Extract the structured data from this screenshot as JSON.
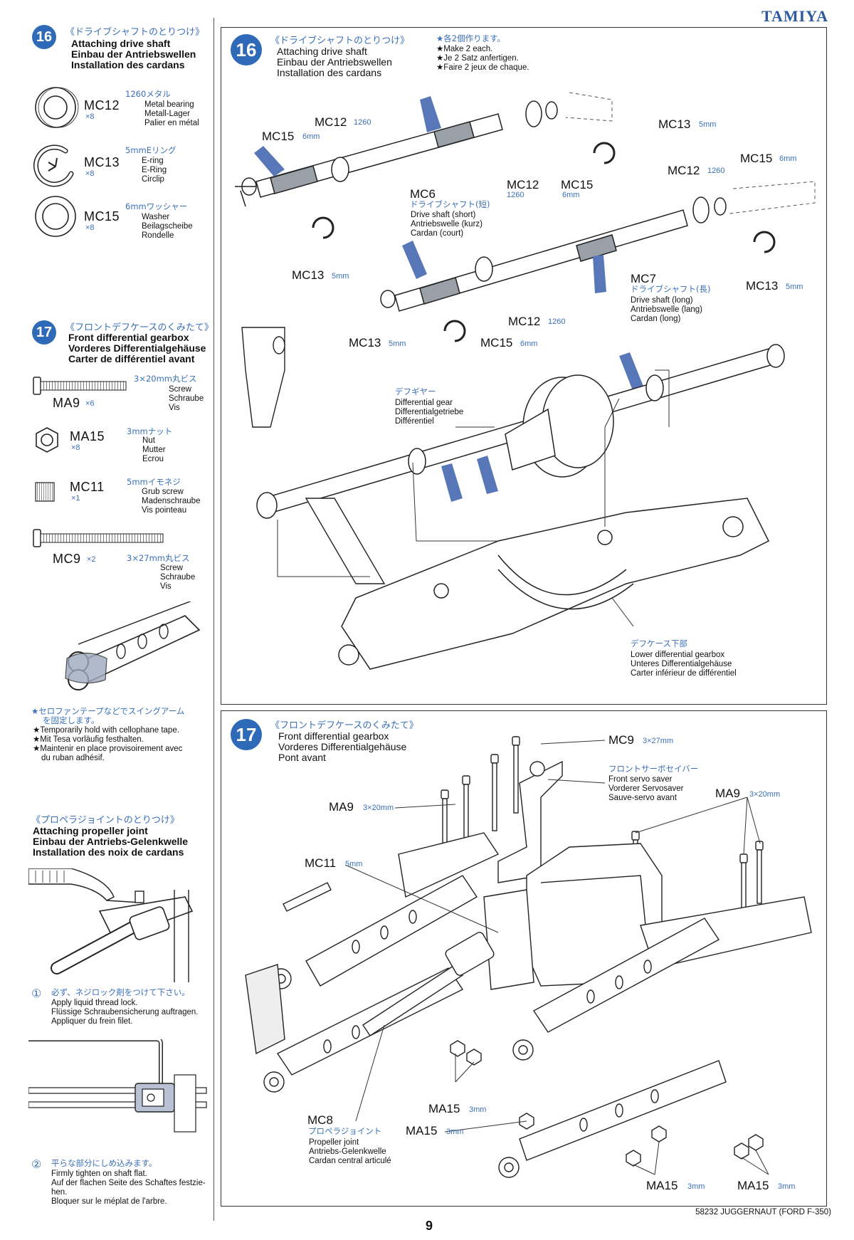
{
  "brand": "TAMIYA",
  "page_number": "9",
  "footer": "58232 JUGGERNAUT (FORD F-350)",
  "side": {
    "step16": {
      "num": "16",
      "jp": "《ドライブシャフトのとりつけ》",
      "en": "Attaching drive shaft",
      "de": "Einbau der Antriebswellen",
      "fr": "Installation des cardans",
      "parts": [
        {
          "code": "MC12",
          "qty": "×8",
          "jp": "1260メタル",
          "l1": "Metal bearing",
          "l2": "Metall-Lager",
          "l3": "Palier en métal"
        },
        {
          "code": "MC13",
          "qty": "×8",
          "jp": "5mmEリング",
          "l1": "E-ring",
          "l2": "E-Ring",
          "l3": "Circlip"
        },
        {
          "code": "MC15",
          "qty": "×8",
          "jp": "6mmワッシャー",
          "l1": "Washer",
          "l2": "Beilagscheibe",
          "l3": "Rondelle"
        }
      ]
    },
    "step17": {
      "num": "17",
      "jp": "《フロントデフケースのくみたて》",
      "en": "Front differential gearbox",
      "de": "Vorderes Differentialgehäuse",
      "fr": "Carter de différentiel avant",
      "parts": [
        {
          "code": "MA9",
          "qty": "×6",
          "jp": "3×20mm丸ビス",
          "l1": "Screw",
          "l2": "Schraube",
          "l3": "Vis"
        },
        {
          "code": "MA15",
          "qty": "×8",
          "jp": "3mmナット",
          "l1": "Nut",
          "l2": "Mutter",
          "l3": "Ecrou"
        },
        {
          "code": "MC11",
          "qty": "×1",
          "jp": "5mmイモネジ",
          "l1": "Grub screw",
          "l2": "Madenschraube",
          "l3": "Vis pointeau"
        },
        {
          "code": "MC9",
          "qty": "×2",
          "jp": "3×27mm丸ビス",
          "l1": "Screw",
          "l2": "Schraube",
          "l3": "Vis"
        }
      ]
    },
    "tape_note": {
      "jp1": "★セロファンテープなどでスイングアーム",
      "jp2": "を固定します。",
      "en": "★Temporarily hold with cellophane tape.",
      "de": "★Mit Tesa vorläufig festhalten.",
      "fr1": "★Maintenir en place provisoirement avec",
      "fr2": "du ruban adhésif."
    },
    "propeller": {
      "jp": "《プロペラジョイントのとりつけ》",
      "en": "Attaching propeller joint",
      "de": "Einbau der Antriebs-Gelenkwelle",
      "fr": "Installation des noix de cardans",
      "s1_num": "①",
      "s1_jp": "必ず、ネジロック剤をつけて下さい。",
      "s1_en": "Apply liquid thread lock.",
      "s1_de": "Flüssige Schraubensicherung auftragen.",
      "s1_fr": "Appliquer du frein filet.",
      "s2_num": "②",
      "s2_jp": "平らな部分にしめ込みます。",
      "s2_en": "Firmly tighten on shaft flat.",
      "s2_de1": "Auf der flachen Seite des Schaftes festzie-",
      "s2_de2": "hen.",
      "s2_fr": "Bloquer sur le méplat de l'arbre."
    }
  },
  "panel16": {
    "num": "16",
    "jp": "《ドライブシャフトのとりつけ》",
    "en": "Attaching drive shaft",
    "de": "Einbau der Antriebswellen",
    "fr": "Installation des cardans",
    "note_jp": "★各2個作ります。",
    "note_en": "★Make 2 each.",
    "note_de": "★Je 2 Satz anfertigen.",
    "note_fr": "★Faire 2 jeux de chaque.",
    "labels": {
      "mc12_a": "MC12",
      "mc12_a_sub": "1260",
      "mc15_a": "MC15",
      "mc15_a_sub": "6mm",
      "mc13_a": "MC13",
      "mc13_a_sub": "5mm",
      "mc12_b": "MC12",
      "mc12_b_sub": "1260",
      "mc15_b": "MC15",
      "mc15_b_sub": "6mm",
      "mc12_c": "MC12",
      "mc12_c_sub": "1260",
      "mc15_c": "MC15",
      "mc15_c_sub": "6mm",
      "mc13_b": "MC13",
      "mc13_b_sub": "5mm",
      "mc13_c": "MC13",
      "mc13_c_sub": "5mm",
      "mc12_d": "MC12",
      "mc12_d_sub": "1260",
      "mc15_d": "MC15",
      "mc15_d_sub": "6mm",
      "mc13_d": "MC13",
      "mc13_d_sub": "5mm"
    },
    "mc6": {
      "code": "MC6",
      "jp": "ドライブシャフト(短)",
      "l1": "Drive shaft (short)",
      "l2": "Antriebswelle (kurz)",
      "l3": "Cardan (court)"
    },
    "mc7": {
      "code": "MC7",
      "jp": "ドライブシャフト(長)",
      "l1": "Drive shaft (long)",
      "l2": "Antriebswelle (lang)",
      "l3": "Cardan (long)"
    },
    "diff": {
      "jp": "デフギヤー",
      "l1": "Differential gear",
      "l2": "Differentialgetriebe",
      "l3": "Différentiel"
    },
    "lower": {
      "jp": "デフケース下部",
      "l1": "Lower differential gearbox",
      "l2": "Unteres Differentialgehäuse",
      "l3": "Carter inférieur de différentiel"
    }
  },
  "panel17": {
    "num": "17",
    "jp": "《フロントデフケースのくみたて》",
    "en": "Front differential gearbox",
    "de": "Vorderes Differentialgehäuse",
    "fr": "Pont avant",
    "mc9": "MC9",
    "mc9_sub": "3×27mm",
    "servo": {
      "jp": "フロントサーボセイバー",
      "l1": "Front servo saver",
      "l2": "Vorderer Servosaver",
      "l3": "Sauve-servo avant"
    },
    "ma9_r": "MA9",
    "ma9_r_sub": "3×20mm",
    "ma9_l": "MA9",
    "ma9_l_sub": "3×20mm",
    "mc11": "MC11",
    "mc11_sub": "5mm",
    "ma15_a": "MA15",
    "ma15_a_sub": "3mm",
    "ma15_b": "MA15",
    "ma15_b_sub": "3mm",
    "ma15_c": "MA15",
    "ma15_c_sub": "3mm",
    "ma15_d": "MA15",
    "ma15_d_sub": "3mm",
    "mc8": {
      "code": "MC8",
      "jp": "プロペラジョイント",
      "l1": "Propeller joint",
      "l2": "Antriebs-Gelenkwelle",
      "l3": "Cardan central articulé"
    }
  }
}
